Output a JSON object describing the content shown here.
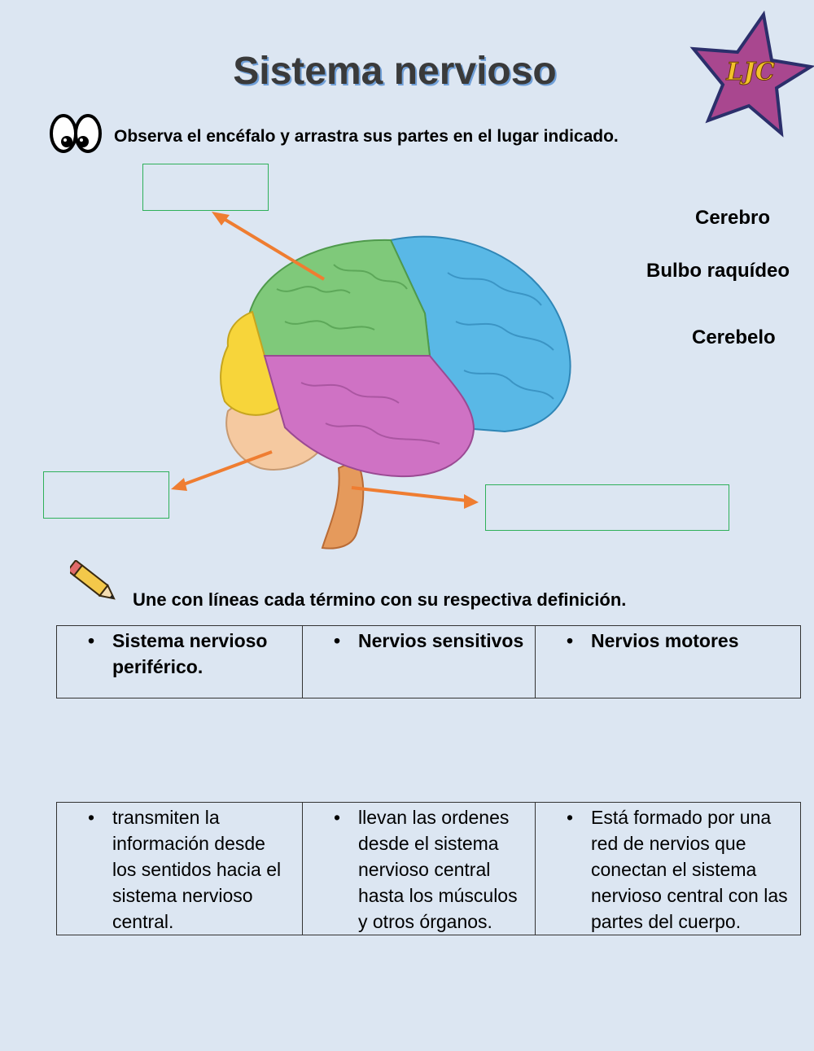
{
  "title": "Sistema nervioso",
  "logo_text": "LJC",
  "instruction_1": "Observa el encéfalo y arrastra sus partes en el lugar indicado.",
  "drag_words": [
    "Cerebro",
    "Bulbo raquídeo",
    "Cerebelo"
  ],
  "instruction_2": "Une con líneas cada término con su respectiva definición.",
  "terms": [
    "Sistema nervioso periférico.",
    "Nervios sensitivos",
    "Nervios motores"
  ],
  "definitions": [
    "transmiten la información desde los sentidos hacia el sistema nervioso central.",
    "llevan las ordenes desde el sistema nervioso central hasta los músculos y otros órganos.",
    "Está formado por una red de nervios que conectan el sistema nervioso central con las partes del cuerpo."
  ],
  "bullet": "•",
  "colors": {
    "background": "#dce6f2",
    "title_shadow": "#6f9fd8",
    "drop_border": "#2fb05a",
    "arrow": "#ef7d31",
    "frontal_lobe_blue": "#59b8e6",
    "parietal_lobe_green": "#7fc97a",
    "occipital_lobe_yellow": "#f7d53a",
    "temporal_lobe_pink": "#cf72c4",
    "cerebellum": "#f5c9a0",
    "brainstem": "#e59a5c"
  }
}
